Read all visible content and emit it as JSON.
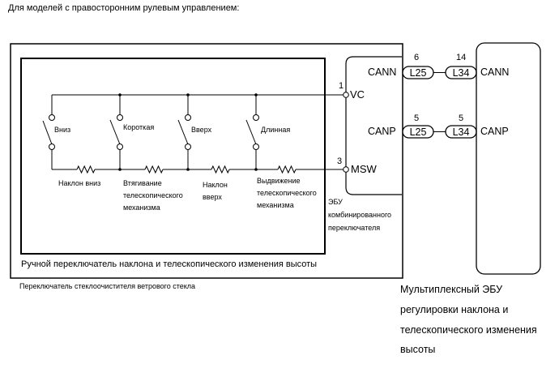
{
  "header": {
    "title": "Для моделей с правосторонним рулевым управлением:"
  },
  "switches": [
    {
      "label": "Вниз"
    },
    {
      "label": "Короткая"
    },
    {
      "label": "Вверх"
    },
    {
      "label": "Длинная"
    }
  ],
  "resistors": [
    {
      "lines": [
        "Наклон вниз"
      ]
    },
    {
      "lines": [
        "Втягивание",
        "телескопического",
        "механизма"
      ]
    },
    {
      "lines": [
        "Наклон",
        "вверх"
      ]
    },
    {
      "lines": [
        "Выдвижение",
        "телескопического",
        "механизма"
      ]
    }
  ],
  "inner_box": {
    "label": "Ручной переключатель наклона и телескопического изменения высоты"
  },
  "outer_box": {
    "label": "Переключатель стеклоочистителя ветрового стекла"
  },
  "combo_ecu": {
    "pins": [
      {
        "number": "1",
        "name": "VC"
      },
      {
        "number": "3",
        "name": "MSW"
      }
    ],
    "can_pins": [
      {
        "name": "CANN"
      },
      {
        "name": "CANP"
      }
    ],
    "label_lines": [
      "ЭБУ",
      "комбинированного",
      "переключателя"
    ]
  },
  "connectors": [
    {
      "signal": "CANN",
      "left": {
        "id": "L25",
        "pin": "6"
      },
      "right": {
        "id": "L34",
        "pin": "14"
      }
    },
    {
      "signal": "CANP",
      "left": {
        "id": "L25",
        "pin": "5"
      },
      "right": {
        "id": "L34",
        "pin": "5"
      }
    }
  ],
  "tilt_ecu": {
    "pins": [
      {
        "name": "CANN"
      },
      {
        "name": "CANP"
      }
    ],
    "label_lines": [
      "Мультиплексный ЭБУ",
      "регулировки наклона и",
      "телескопического изменения",
      "высоты"
    ]
  }
}
